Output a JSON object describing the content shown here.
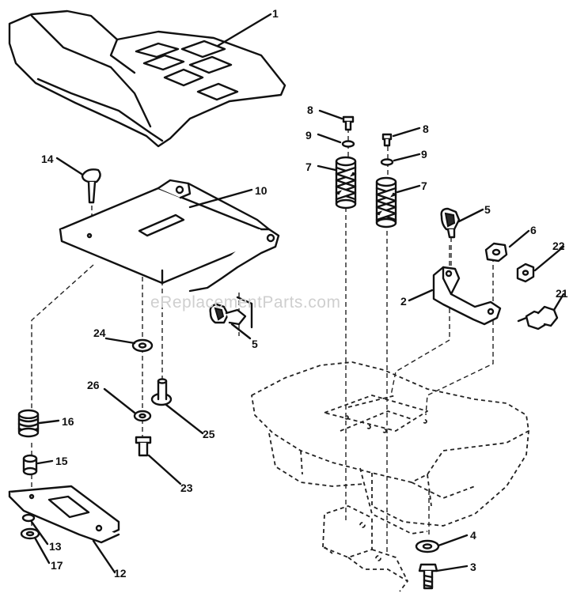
{
  "watermark": "eReplacementParts.com",
  "callouts": {
    "c1": "1",
    "c2": "2",
    "c3": "3",
    "c4": "4",
    "c5a": "5",
    "c5b": "5",
    "c6": "6",
    "c7a": "7",
    "c7b": "7",
    "c8a": "8",
    "c8b": "8",
    "c9a": "9",
    "c9b": "9",
    "c10": "10",
    "c12": "12",
    "c13": "13",
    "c14": "14",
    "c15": "15",
    "c16": "16",
    "c17": "17",
    "c21": "21",
    "c22": "22",
    "c23": "23",
    "c24": "24",
    "c25": "25",
    "c26": "26"
  }
}
